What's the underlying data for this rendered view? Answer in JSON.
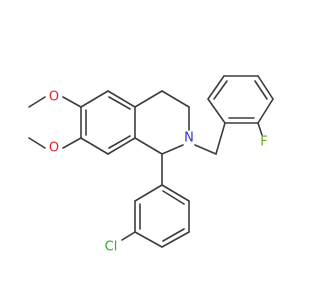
{
  "atoms": {
    "o1": {
      "symbol": "O",
      "color": "#e8202a"
    },
    "o2": {
      "symbol": "O",
      "color": "#e8202a"
    },
    "n1": {
      "symbol": "N",
      "color": "#3333cc"
    },
    "f1": {
      "symbol": "F",
      "color": "#66aa22"
    },
    "cl1": {
      "symbol": "Cl",
      "color": "#33aa33"
    }
  }
}
